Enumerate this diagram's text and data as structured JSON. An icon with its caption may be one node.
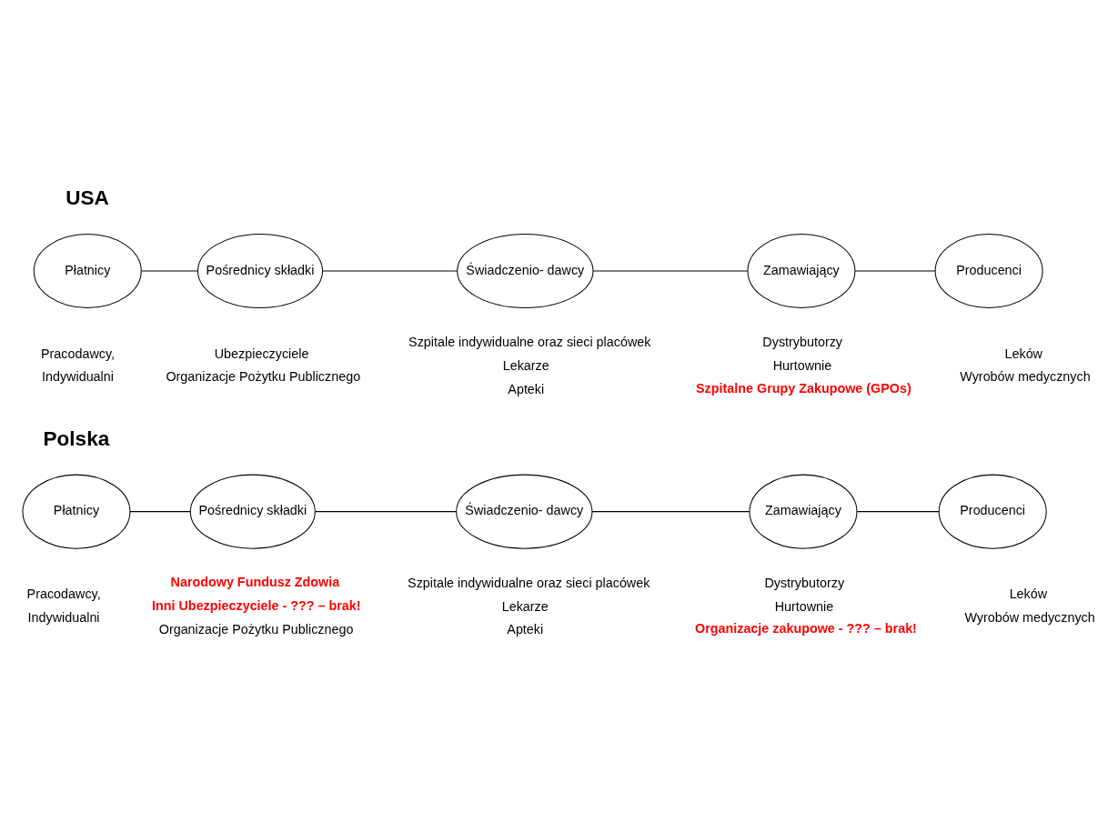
{
  "diagram": {
    "nodes": [
      {
        "text": [
          "Płatnicy"
        ],
        "beside": [
          "Pracodawcy,",
          "Indywidualni"
        ]
      },
      {
        "text": [
          "Pośrednicy składki"
        ],
        "beside": [
          "Ubezpieczyciele",
          "Organizacje Pożytku Publicznego"
        ]
      },
      {
        "text": [
          "Świadczenio- dawcy"
        ],
        "beside": [
          "Szpitale indywidualne oraz sieci placówek",
          "Lekarze",
          "Apteki"
        ]
      },
      {
        "text": [
          "Zamawiający"
        ],
        "beside": [
          "Dystrybutorzy",
          "Hurtownie",
          "Szpitalne Grupy Zakupowe (GPOs)"
        ]
      },
      {
        "text": [
          "Producenci"
        ],
        "beside": [
          "Leków",
          "Wyrobów medycznych"
        ]
      },
      {
        "text": [
          "Płatnicy"
        ],
        "beside": [
          "Pracodawcy,",
          "Indywidualni"
        ]
      },
      {
        "text": [
          "Pośrednicy składki"
        ],
        "beside": [
          "Narodowy Fundusz Zdowia",
          "Inni Ubezpieczyciele - ??? – brak!",
          "Organizacje Pożytku Publicznego"
        ]
      },
      {
        "text": [
          "Świadczenio- dawcy"
        ],
        "beside": [
          "Szpitale indywidualne oraz sieci placówek",
          "Lekarze",
          "Apteki"
        ]
      },
      {
        "text": [
          "Zamawiający"
        ],
        "beside": [
          "Dystrybutorzy",
          "Hurtownie",
          "Organizacje zakupowe - ??? – brak!"
        ]
      },
      {
        "text": [
          "Producenci"
        ],
        "beside": [
          "Leków",
          "Wyrobów medycznych"
        ]
      }
    ],
    "edges": [
      {
        "from": 0,
        "to": 1,
        "arrow": "none"
      },
      {
        "from": 1,
        "to": 2,
        "arrow": "none"
      },
      {
        "from": 2,
        "to": 3,
        "arrow": "none"
      },
      {
        "from": 3,
        "to": 4,
        "arrow": "none"
      },
      {
        "from": 5,
        "to": 6,
        "arrow": "none"
      },
      {
        "from": 6,
        "to": 7,
        "arrow": "none"
      },
      {
        "from": 7,
        "to": 8,
        "arrow": "none"
      },
      {
        "from": 8,
        "to": 9,
        "arrow": "none"
      }
    ],
    "labels": [
      "USA",
      "Polska"
    ]
  }
}
